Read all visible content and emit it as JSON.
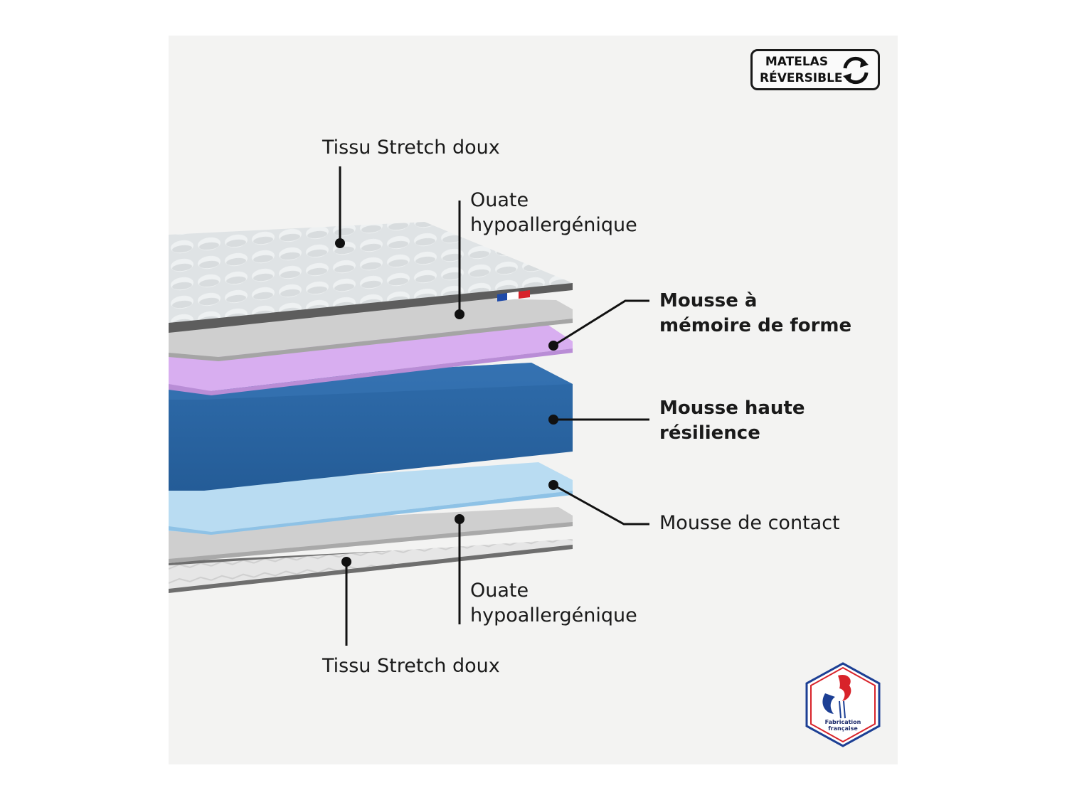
{
  "badge": {
    "line1": "MATELAS",
    "line2": "RÉVERSIBLE",
    "icon": "reverse-arrows-icon"
  },
  "layers": [
    {
      "id": "top-cover",
      "label_lines": [
        "Tissu Stretch doux"
      ],
      "bold": false,
      "color": "#d9dddf"
    },
    {
      "id": "top-wadding",
      "label_lines": [
        "Ouate",
        "hypoallergénique"
      ],
      "bold": false,
      "color": "#cfcfcf"
    },
    {
      "id": "memory-foam",
      "label_lines": [
        "Mousse à",
        "mémoire de forme"
      ],
      "bold": true,
      "color": "#d8aef0"
    },
    {
      "id": "hr-foam",
      "label_lines": [
        "Mousse haute",
        "résilience"
      ],
      "bold": true,
      "color": "#2b67a6"
    },
    {
      "id": "contact-foam",
      "label_lines": [
        "Mousse de contact"
      ],
      "bold": false,
      "color": "#b9dcf2"
    },
    {
      "id": "bottom-wadding",
      "label_lines": [
        "Ouate",
        "hypoallergénique"
      ],
      "bold": false,
      "color": "#cfcfcf"
    },
    {
      "id": "bottom-cover",
      "label_lines": [
        "Tissu Stretch doux"
      ],
      "bold": false,
      "color": "#e3e3e3"
    }
  ],
  "seal": {
    "text": "Fabrication française",
    "icon": "french-rooster-icon",
    "colors": {
      "blue": "#1c3f94",
      "red": "#d8232a"
    }
  },
  "flag_icon": "french-flag-icon"
}
